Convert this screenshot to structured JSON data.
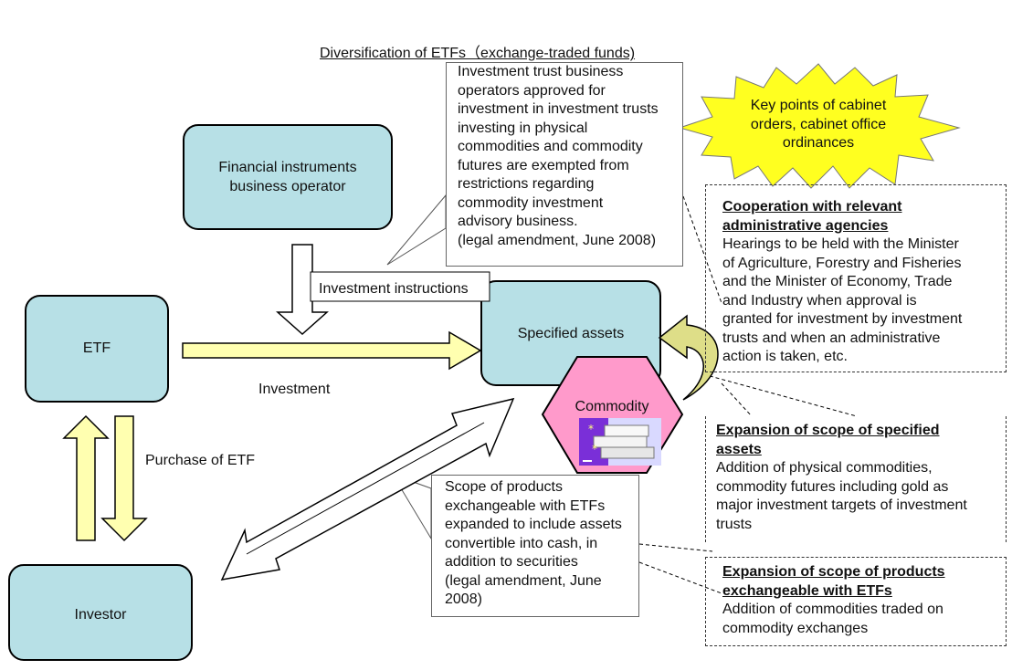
{
  "title": "Diversification of ETFs（exchange-traded funds)",
  "nodes": {
    "financial_operator": [
      "Financial instruments",
      "business operator"
    ],
    "etf": "ETF",
    "investor": "Investor",
    "specified_assets": "Specified assets",
    "commodity": "Commodity"
  },
  "labels": {
    "investment_instructions": "Investment instructions",
    "investment": "Investment",
    "purchase_of_etf": "Purchase of ETF"
  },
  "callout_investment_trust": [
    "Investment trust business",
    "operators approved for",
    "investment in investment trusts",
    "investing in physical",
    "commodities and commodity",
    "futures are exempted from",
    "restrictions regarding",
    "commodity investment",
    "advisory business.",
    "(legal amendment, June 2008)"
  ],
  "callout_scope_products": [
    "Scope of products",
    "exchangeable with ETFs",
    "expanded to include assets",
    "convertible into cash, in",
    "addition to securities",
    "(legal amendment, June",
    "2008)"
  ],
  "starburst": [
    "Key points of  cabinet",
    "orders, cabinet office",
    "ordinances"
  ],
  "panels": {
    "cooperation": {
      "heading": [
        "Cooperation with relevant",
        "administrative agencies"
      ],
      "body": [
        "Hearings to be held with the Minister",
        "of Agriculture, Forestry and Fisheries",
        "and the Minister of Economy, Trade",
        "and Industry when approval is",
        "granted for investment by investment",
        "trusts and when an administrative",
        "action is taken, etc."
      ]
    },
    "scope_assets": {
      "heading": [
        "Expansion of scope of specified",
        "assets"
      ],
      "body": [
        "Addition of physical commodities,",
        "commodity futures including gold as",
        "major investment targets of investment",
        "trusts"
      ]
    },
    "scope_products": {
      "heading": [
        "Expansion of scope of products",
        "exchangeable with ETFs"
      ],
      "body": [
        "Addition of commodities traded on",
        "commodity exchanges"
      ]
    }
  },
  "colors": {
    "node_fill": "#b7e0e6",
    "arrow_fill": "#ffffb0",
    "commodity_fill": "#ff9acb",
    "starburst_fill": "#ffff20",
    "curved_arrow_fill": "#dede88"
  }
}
